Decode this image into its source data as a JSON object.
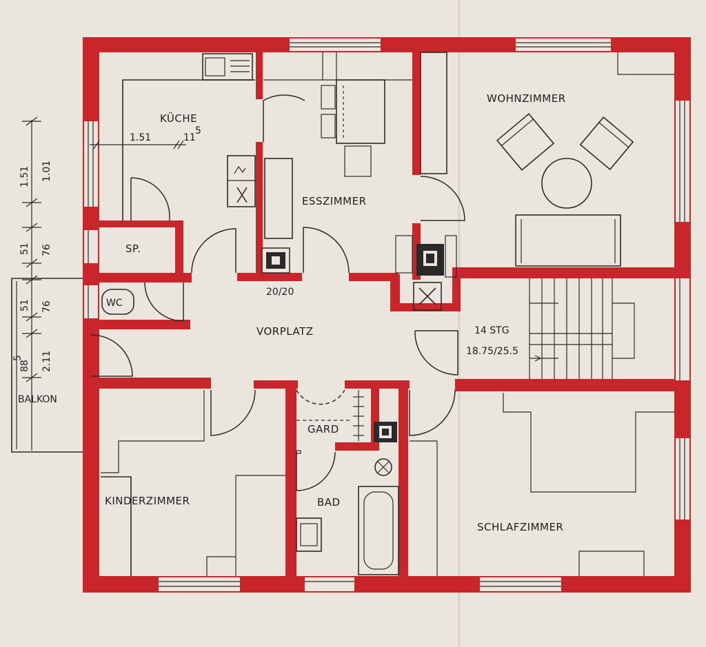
{
  "colors": {
    "paper": "#ebe6dd",
    "wall": "#c8262b",
    "line": "#2a2a2a"
  },
  "rooms": {
    "kueche": "KÜCHE",
    "esszimmer": "ESSZIMMER",
    "wohnzimmer": "WOHNZIMMER",
    "speisekammer": "SP.",
    "wc": "WC",
    "vorplatz": "VORPLATZ",
    "kinderzimmer": "KINDERZIMMER",
    "garderobe": "GARD",
    "bad": "BAD",
    "schlafzimmer": "SCHLAFZIMMER",
    "balkon": "BALKON"
  },
  "dimensions": {
    "kitchen_width": "1.51",
    "kitchen_exp": "11",
    "kitchen_exp_sup": "5",
    "left_top_outer": "1.51",
    "left_top_inner": "1.01",
    "left_mid1_outer": "51",
    "left_mid1_inner": "76",
    "left_mid2_outer": "51",
    "left_mid2_inner": "76",
    "left_bottom_outer": "88",
    "left_bottom_outer_sup": "5",
    "left_bottom_inner": "2.11",
    "chimney": "20/20",
    "stairs_count": "14 STG",
    "stairs_ratio": "18.75/25.5"
  }
}
